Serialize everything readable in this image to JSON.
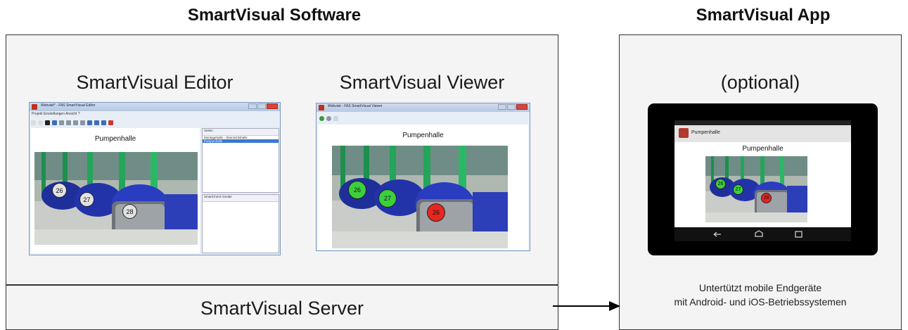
{
  "software": {
    "heading": "SmartVisual Software",
    "editor": {
      "title": "SmartVisual Editor",
      "window_title": "Webvisit* - FAS SmartVisual Editor",
      "menu": "Projekt  Einstellungen  Ansicht  ?",
      "panel_top_title": "Seiten",
      "panel_items": [
        "Montagehalle - Übersichtshalle",
        "Pumpenhalle"
      ],
      "panel_bottom_title": "SmartCheck Geräte",
      "page_label": "Pumpenhalle",
      "markers": [
        "26",
        "27",
        "28"
      ]
    },
    "viewer": {
      "title": "SmartVisual Viewer",
      "window_title": "Webvisit - FAS SmartVisual Viewer",
      "page_label": "Pumpenhalle",
      "markers": [
        "26",
        "27",
        "26"
      ],
      "marker_colors": [
        "#3ccf3c",
        "#3ccf3c",
        "#e8261f"
      ]
    },
    "server": "SmartVisual Server"
  },
  "app": {
    "heading": "SmartVisual App",
    "optional": "(optional)",
    "app_bar_title": "Pumpenhalle",
    "page_label": "Pumpenhalle",
    "markers": [
      "26",
      "27",
      "28"
    ],
    "marker_colors": [
      "#3ccf3c",
      "#3ccf3c",
      "#e8261f"
    ],
    "support_line1": "Untertützt mobile Endgeräte",
    "support_line2": "mit Android- und iOS-Betriebssystemen"
  },
  "icons": {
    "arrow": "arrow-right-icon"
  }
}
